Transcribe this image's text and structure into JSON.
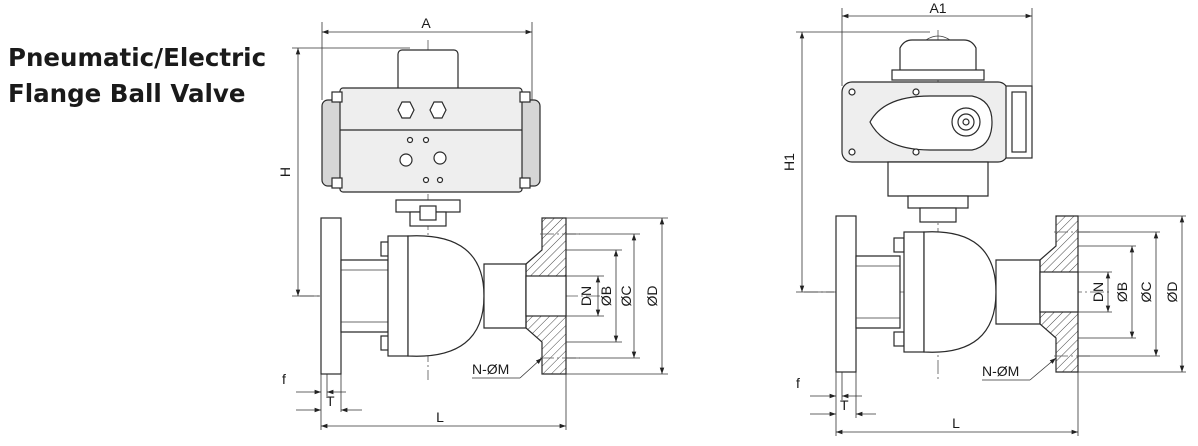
{
  "title": {
    "line1": "Pneumatic/Electric",
    "line2": "Flange Ball Valve"
  },
  "left_view": {
    "dims": {
      "A": "A",
      "H": "H",
      "DN": "DN",
      "B": "ØB",
      "C": "ØC",
      "D": "ØD",
      "NM": "N-ØM",
      "f": "f",
      "T": "T",
      "L": "L"
    }
  },
  "right_view": {
    "dims": {
      "A1": "A1",
      "H1": "H1",
      "DN": "DN",
      "B": "ØB",
      "C": "ØC",
      "D": "ØD",
      "NM": "N-ØM",
      "f": "f",
      "T": "T",
      "L": "L"
    }
  }
}
